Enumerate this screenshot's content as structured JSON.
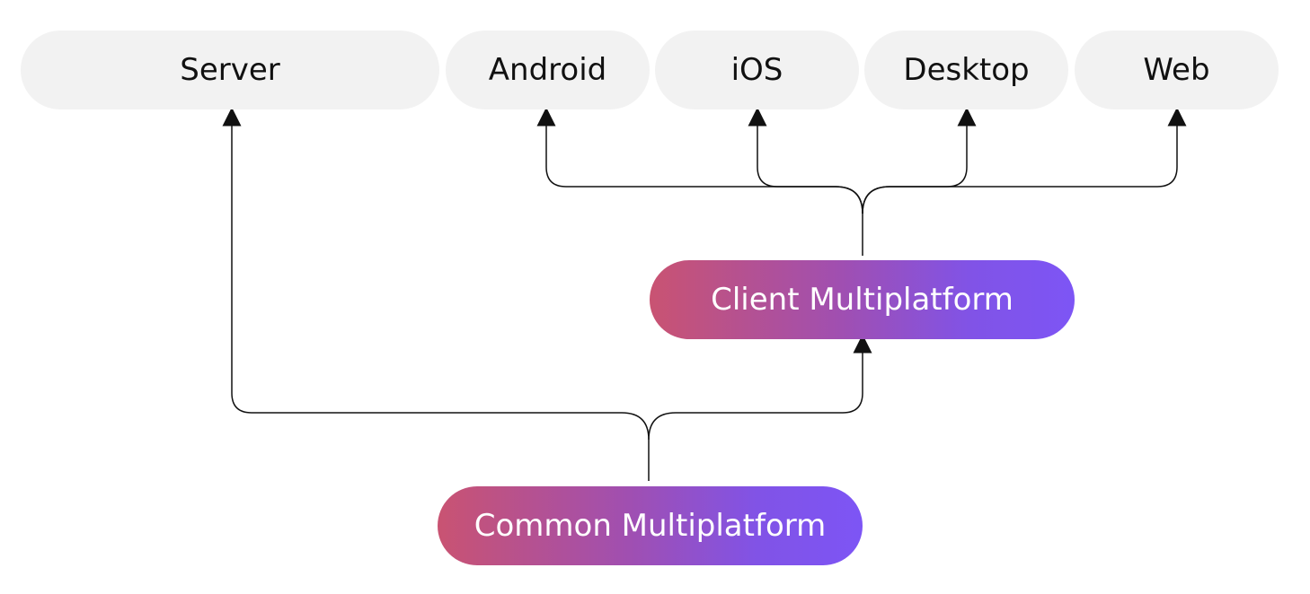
{
  "targets": {
    "server": "Server",
    "android": "Android",
    "ios": "iOS",
    "desktop": "Desktop",
    "web": "Web"
  },
  "sources": {
    "client": "Client Multiplatform",
    "common": "Common Multiplatform"
  },
  "colors": {
    "target_fill": "#f2f2f2",
    "source_gradient_start": "#c95372",
    "source_gradient_end": "#7d55f5",
    "connector": "#111111"
  }
}
